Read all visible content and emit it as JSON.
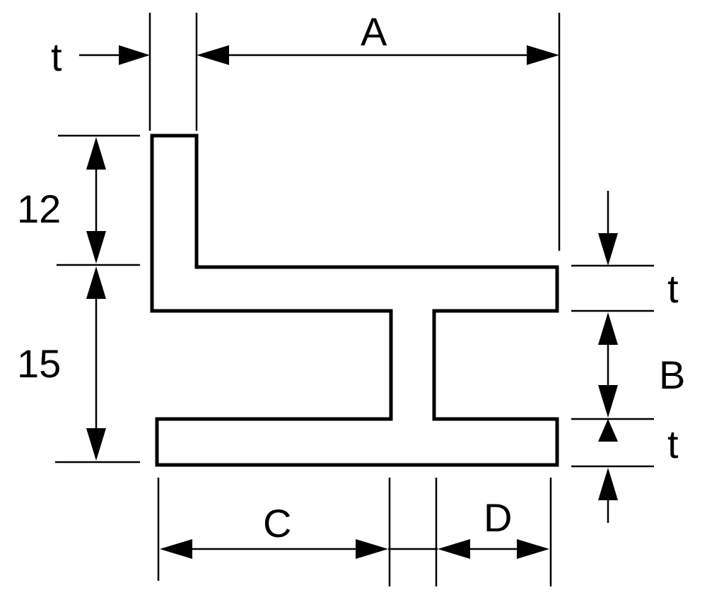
{
  "labels": {
    "a": "A",
    "b": "B",
    "c": "C",
    "d": "D",
    "t_top": "t",
    "t_right_upper": "t",
    "t_right_lower": "t",
    "dim_12": "12",
    "dim_15": "15"
  }
}
